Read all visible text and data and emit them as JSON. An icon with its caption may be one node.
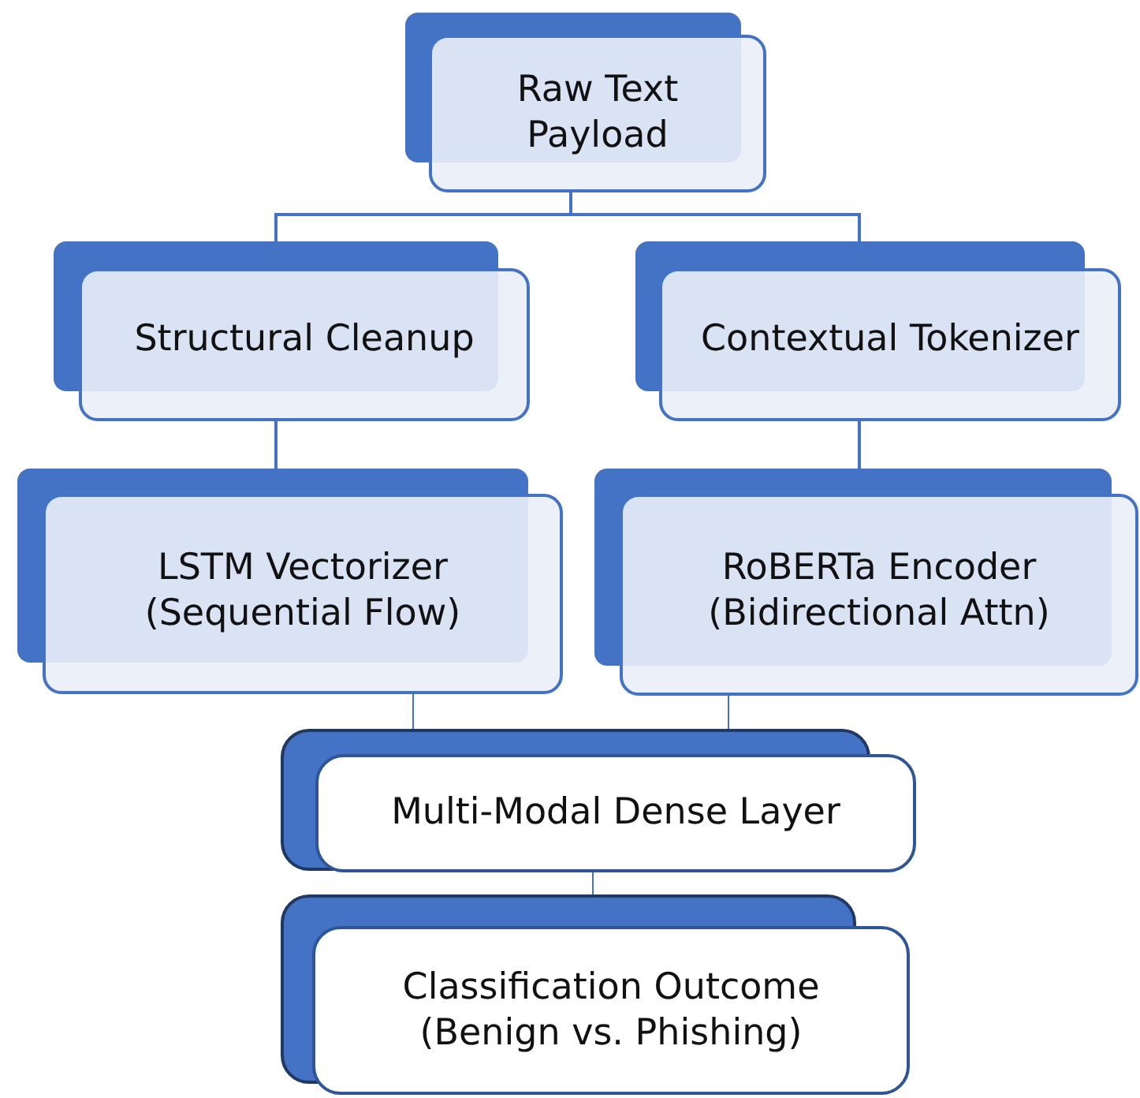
{
  "diagram": {
    "nodes": [
      {
        "text": [
          "Raw Text Payload"
        ]
      },
      {
        "text": [
          "Structural Cleanup"
        ]
      },
      {
        "text": [
          "Contextual Tokenizer"
        ]
      },
      {
        "text": [
          "LSTM Vectorizer (Sequential Flow)"
        ]
      },
      {
        "text": [
          "RoBERTa Encoder (Bidirectional Attn)"
        ]
      },
      {
        "text": [
          "Multi-Modal Dense Layer"
        ]
      },
      {
        "text": [
          "Classification Outcome (Benign vs. Phishing)"
        ]
      }
    ],
    "edges": [
      {
        "from": 0,
        "to": 1,
        "arrow": "none"
      },
      {
        "from": 0,
        "to": 2,
        "arrow": "none"
      },
      {
        "from": 1,
        "to": 3,
        "arrow": "none"
      },
      {
        "from": 2,
        "to": 4,
        "arrow": "none"
      },
      {
        "from": 3,
        "to": 5,
        "arrow": "none"
      },
      {
        "from": 4,
        "to": 5,
        "arrow": "none"
      },
      {
        "from": 5,
        "to": 6,
        "arrow": "none"
      }
    ]
  }
}
